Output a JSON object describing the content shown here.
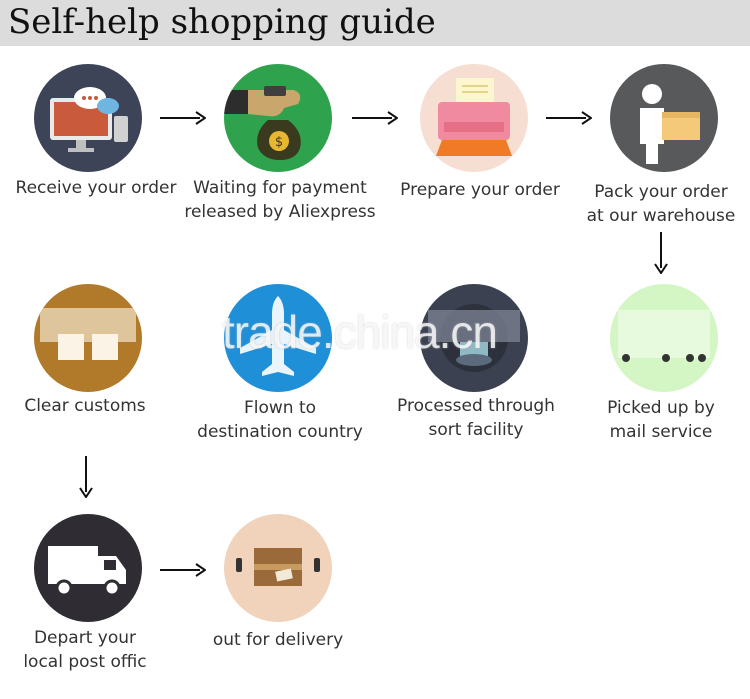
{
  "header": {
    "title": "Self-help shopping guide"
  },
  "steps": [
    {
      "line1": "Receive your order",
      "line2": ""
    },
    {
      "line1": "Waiting for payment",
      "line2": "released by Aliexpress"
    },
    {
      "line1": "Prepare your order",
      "line2": ""
    },
    {
      "line1": "Pack your order",
      "line2": "at our warehouse"
    },
    {
      "line1": "Picked up by",
      "line2": "mail service"
    },
    {
      "line1": "Processed through",
      "line2": "sort facility"
    },
    {
      "line1": "Flown to",
      "line2": "destination country"
    },
    {
      "line1": "Clear customs",
      "line2": ""
    },
    {
      "line1": "Depart your",
      "line2": "local post offic"
    },
    {
      "line1": "out for delivery",
      "line2": ""
    }
  ],
  "watermark": {
    "text": "trade.china.cn"
  },
  "colors": {
    "step1": "#3d4457",
    "step2": "#2fa24d",
    "step3": "#f6ded2",
    "step4": "#58595b",
    "step5": "#d4f5c4",
    "step6": "#3b4150",
    "step7": "#1f8fd8",
    "step8": "#b07a2a",
    "step9": "#2f2d33",
    "step10": "#f1d2bb"
  },
  "icons": [
    "computer-chat-icon",
    "money-bag-icon",
    "printer-icon",
    "worker-box-icon",
    "mail-service-icon",
    "sort-facility-icon",
    "airplane-icon",
    "customs-icon",
    "truck-icon",
    "parcel-icon"
  ]
}
